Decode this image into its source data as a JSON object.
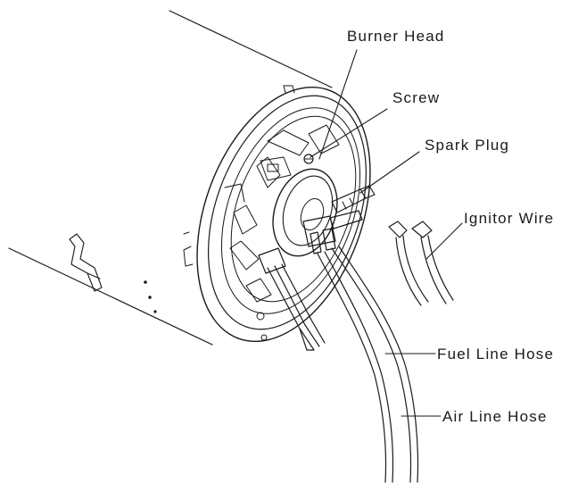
{
  "labels": {
    "burner_head": "Burner Head",
    "screw": "Screw",
    "spark_plug": "Spark Plug",
    "ignitor_wire": "Ignitor Wire",
    "fuel_line_hose": "Fuel Line Hose",
    "air_line_hose": "Air Line Hose"
  },
  "colors": {
    "ink": "#1a1a1a",
    "background": "#ffffff"
  }
}
